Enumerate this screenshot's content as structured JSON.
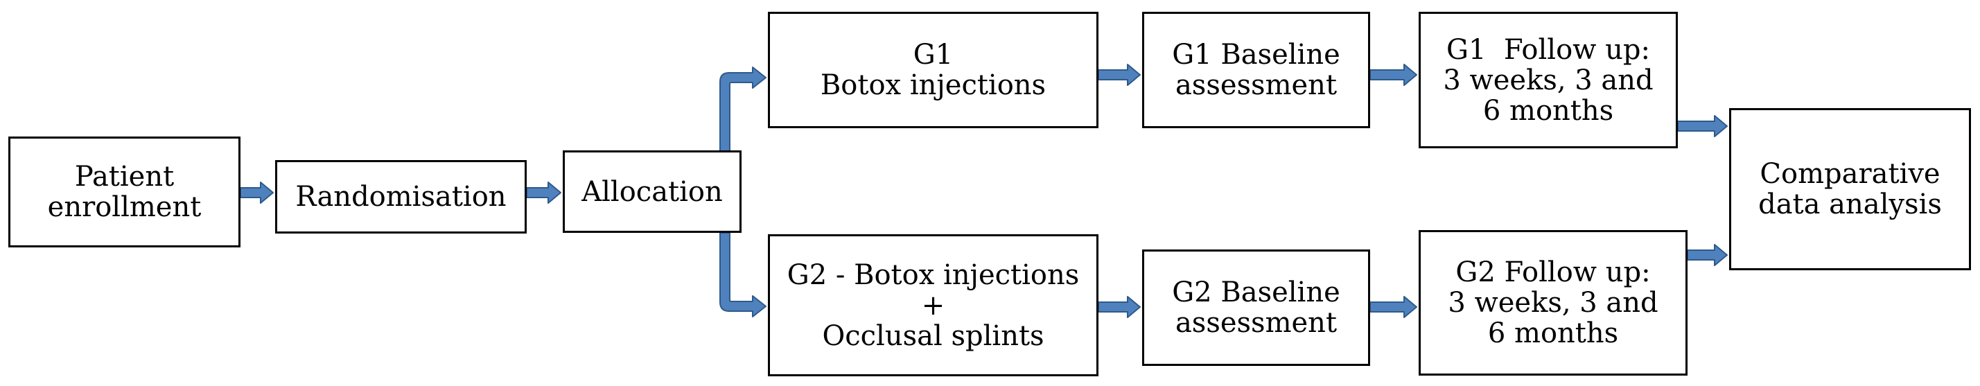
{
  "nodes": {
    "patient_enrollment": [
      "Patient",
      "enrollment"
    ],
    "randomisation": [
      "Randomisation"
    ],
    "allocation": [
      "Allocation"
    ],
    "g1_treatment": [
      "G1",
      "Botox injections"
    ],
    "g1_baseline": [
      "G1 Baseline",
      "assessment"
    ],
    "g1_followup": [
      "G1  Follow up:",
      "3 weeks, 3 and",
      "6 months"
    ],
    "g2_treatment": [
      "G2 - Botox injections",
      "+",
      "Occlusal splints"
    ],
    "g2_baseline": [
      "G2 Baseline",
      "assessment"
    ],
    "g2_followup": [
      "G2 Follow up:",
      "3 weeks, 3 and",
      "6 months"
    ],
    "comparative_analysis": [
      "Comparative",
      "data analysis"
    ]
  },
  "colors": {
    "arrow": "#4f81bd",
    "arrow_edge": "#2e5a8a",
    "box_border": "#000000",
    "text": "#000000"
  }
}
